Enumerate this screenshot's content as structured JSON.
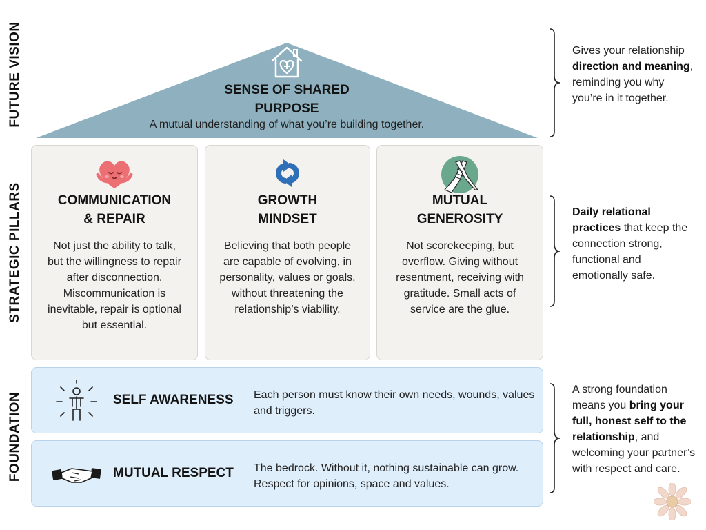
{
  "labels": {
    "future_vision": "FUTURE VISION",
    "strategic_pillars": "STRATEGIC PILLARS",
    "foundation": "FOUNDATION"
  },
  "roof": {
    "title_line1": "SENSE OF SHARED",
    "title_line2": "PURPOSE",
    "subtitle": "A mutual understanding of what you’re building together.",
    "color": "#8fb1bf",
    "icon": "house-heart-icon"
  },
  "pillars": [
    {
      "icon": "hugging-heart-icon",
      "title_line1": "COMMUNICATION",
      "title_line2": "& REPAIR",
      "body": "Not just the ability to talk, but the willingness to repair after disconnection. Miscommunication is inevitable, repair is optional but essential."
    },
    {
      "icon": "cycle-arrows-icon",
      "title_line1": "GROWTH",
      "title_line2": "MINDSET",
      "body": "Believing that both people are capable of evolving, in personality, values or goals, without threatening the relationship’s viability."
    },
    {
      "icon": "clasped-hands-icon",
      "title_line1": "MUTUAL",
      "title_line2": "GENEROSITY",
      "body": "Not scorekeeping, but overflow. Giving without resentment, receiving with gratitude. Small acts of service are the glue."
    }
  ],
  "foundation": [
    {
      "icon": "radiant-person-icon",
      "title": "SELF AWARENESS",
      "body": "Each person must know their own needs, wounds, values and triggers."
    },
    {
      "icon": "handshake-icon",
      "title": "MUTUAL RESPECT",
      "body": "The bedrock. Without it, nothing sustainable can grow. Respect for opinions, space and values."
    }
  ],
  "notes": {
    "vision": {
      "pre": "Gives your relationship ",
      "bold": "direction and meaning",
      "post": ", reminding you why you’re in it together."
    },
    "pillars": {
      "pre": "",
      "bold": "Daily relational practices",
      "post": " that keep the connection strong, functional and emotionally safe."
    },
    "foundation": {
      "pre": "A strong foundation means you ",
      "bold": "bring your full, honest self to the relationship",
      "post": ", and welcoming your partner’s with respect and care."
    }
  },
  "colors": {
    "pillar_bg": "#f4f2ef",
    "foundation_bg": "#dfeefb",
    "heart": "#e8636b",
    "growth_blue": "#2f6fb8",
    "generosity_green": "#6aa88e"
  }
}
